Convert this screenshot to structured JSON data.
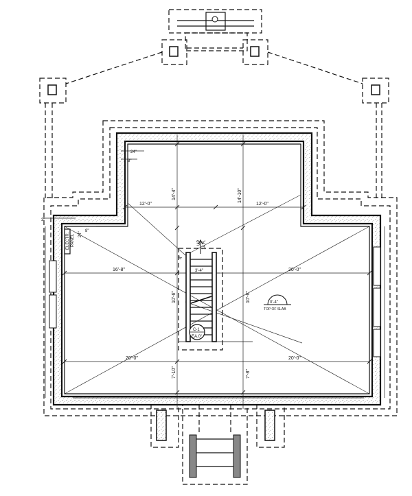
{
  "dimensions": {
    "top_width": "24\"",
    "top_width_left": "8\"",
    "left_offset": "3\"",
    "left_offset_2": "8\"",
    "upper_depth_left": "14'-4\"",
    "upper_depth_right": "14'-10\"",
    "upper_span_left": "12'-0\"",
    "upper_span_right": "12'-0\"",
    "mid_span_left": "16'-8\"",
    "mid_span_right": "20'-0\"",
    "lower_span_left": "20'-0\"",
    "lower_span_right": "20'-0\"",
    "mid_depth_left": "10'-6\"",
    "mid_depth_right": "10'-6\"",
    "lower_depth_left": "7'-10\"",
    "lower_depth_right": "7'-8\"",
    "stair_width": "3'-4\"",
    "stair_offset": "4\""
  },
  "labels": {
    "electric_panel_line1": "ELECTR.",
    "electric_panel_line2": "PANEL",
    "electric_panel_size": "24\"",
    "stair_up": "UP",
    "stair_risers": "14 R.",
    "slab_elevation": "0'-4\"",
    "slab_note": "TOP OF SLAB",
    "column_tag_line1": "C-1",
    "column_tag_line2": "EA.0\""
  }
}
